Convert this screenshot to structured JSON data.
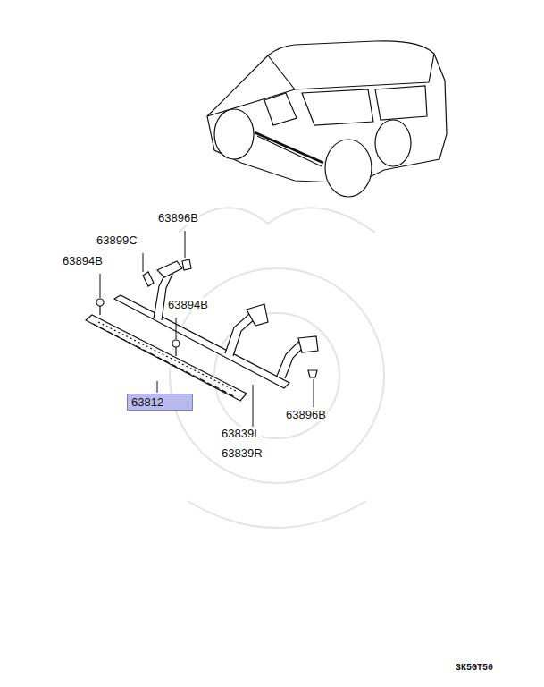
{
  "diagram": {
    "nodes": [
      {
        "text": [
          "63812"
        ]
      }
    ],
    "labels": [
      "63896B",
      "63899C",
      "63894B",
      "63894B",
      "63896B",
      "63839L",
      "63839R",
      "3K5GT50"
    ]
  }
}
